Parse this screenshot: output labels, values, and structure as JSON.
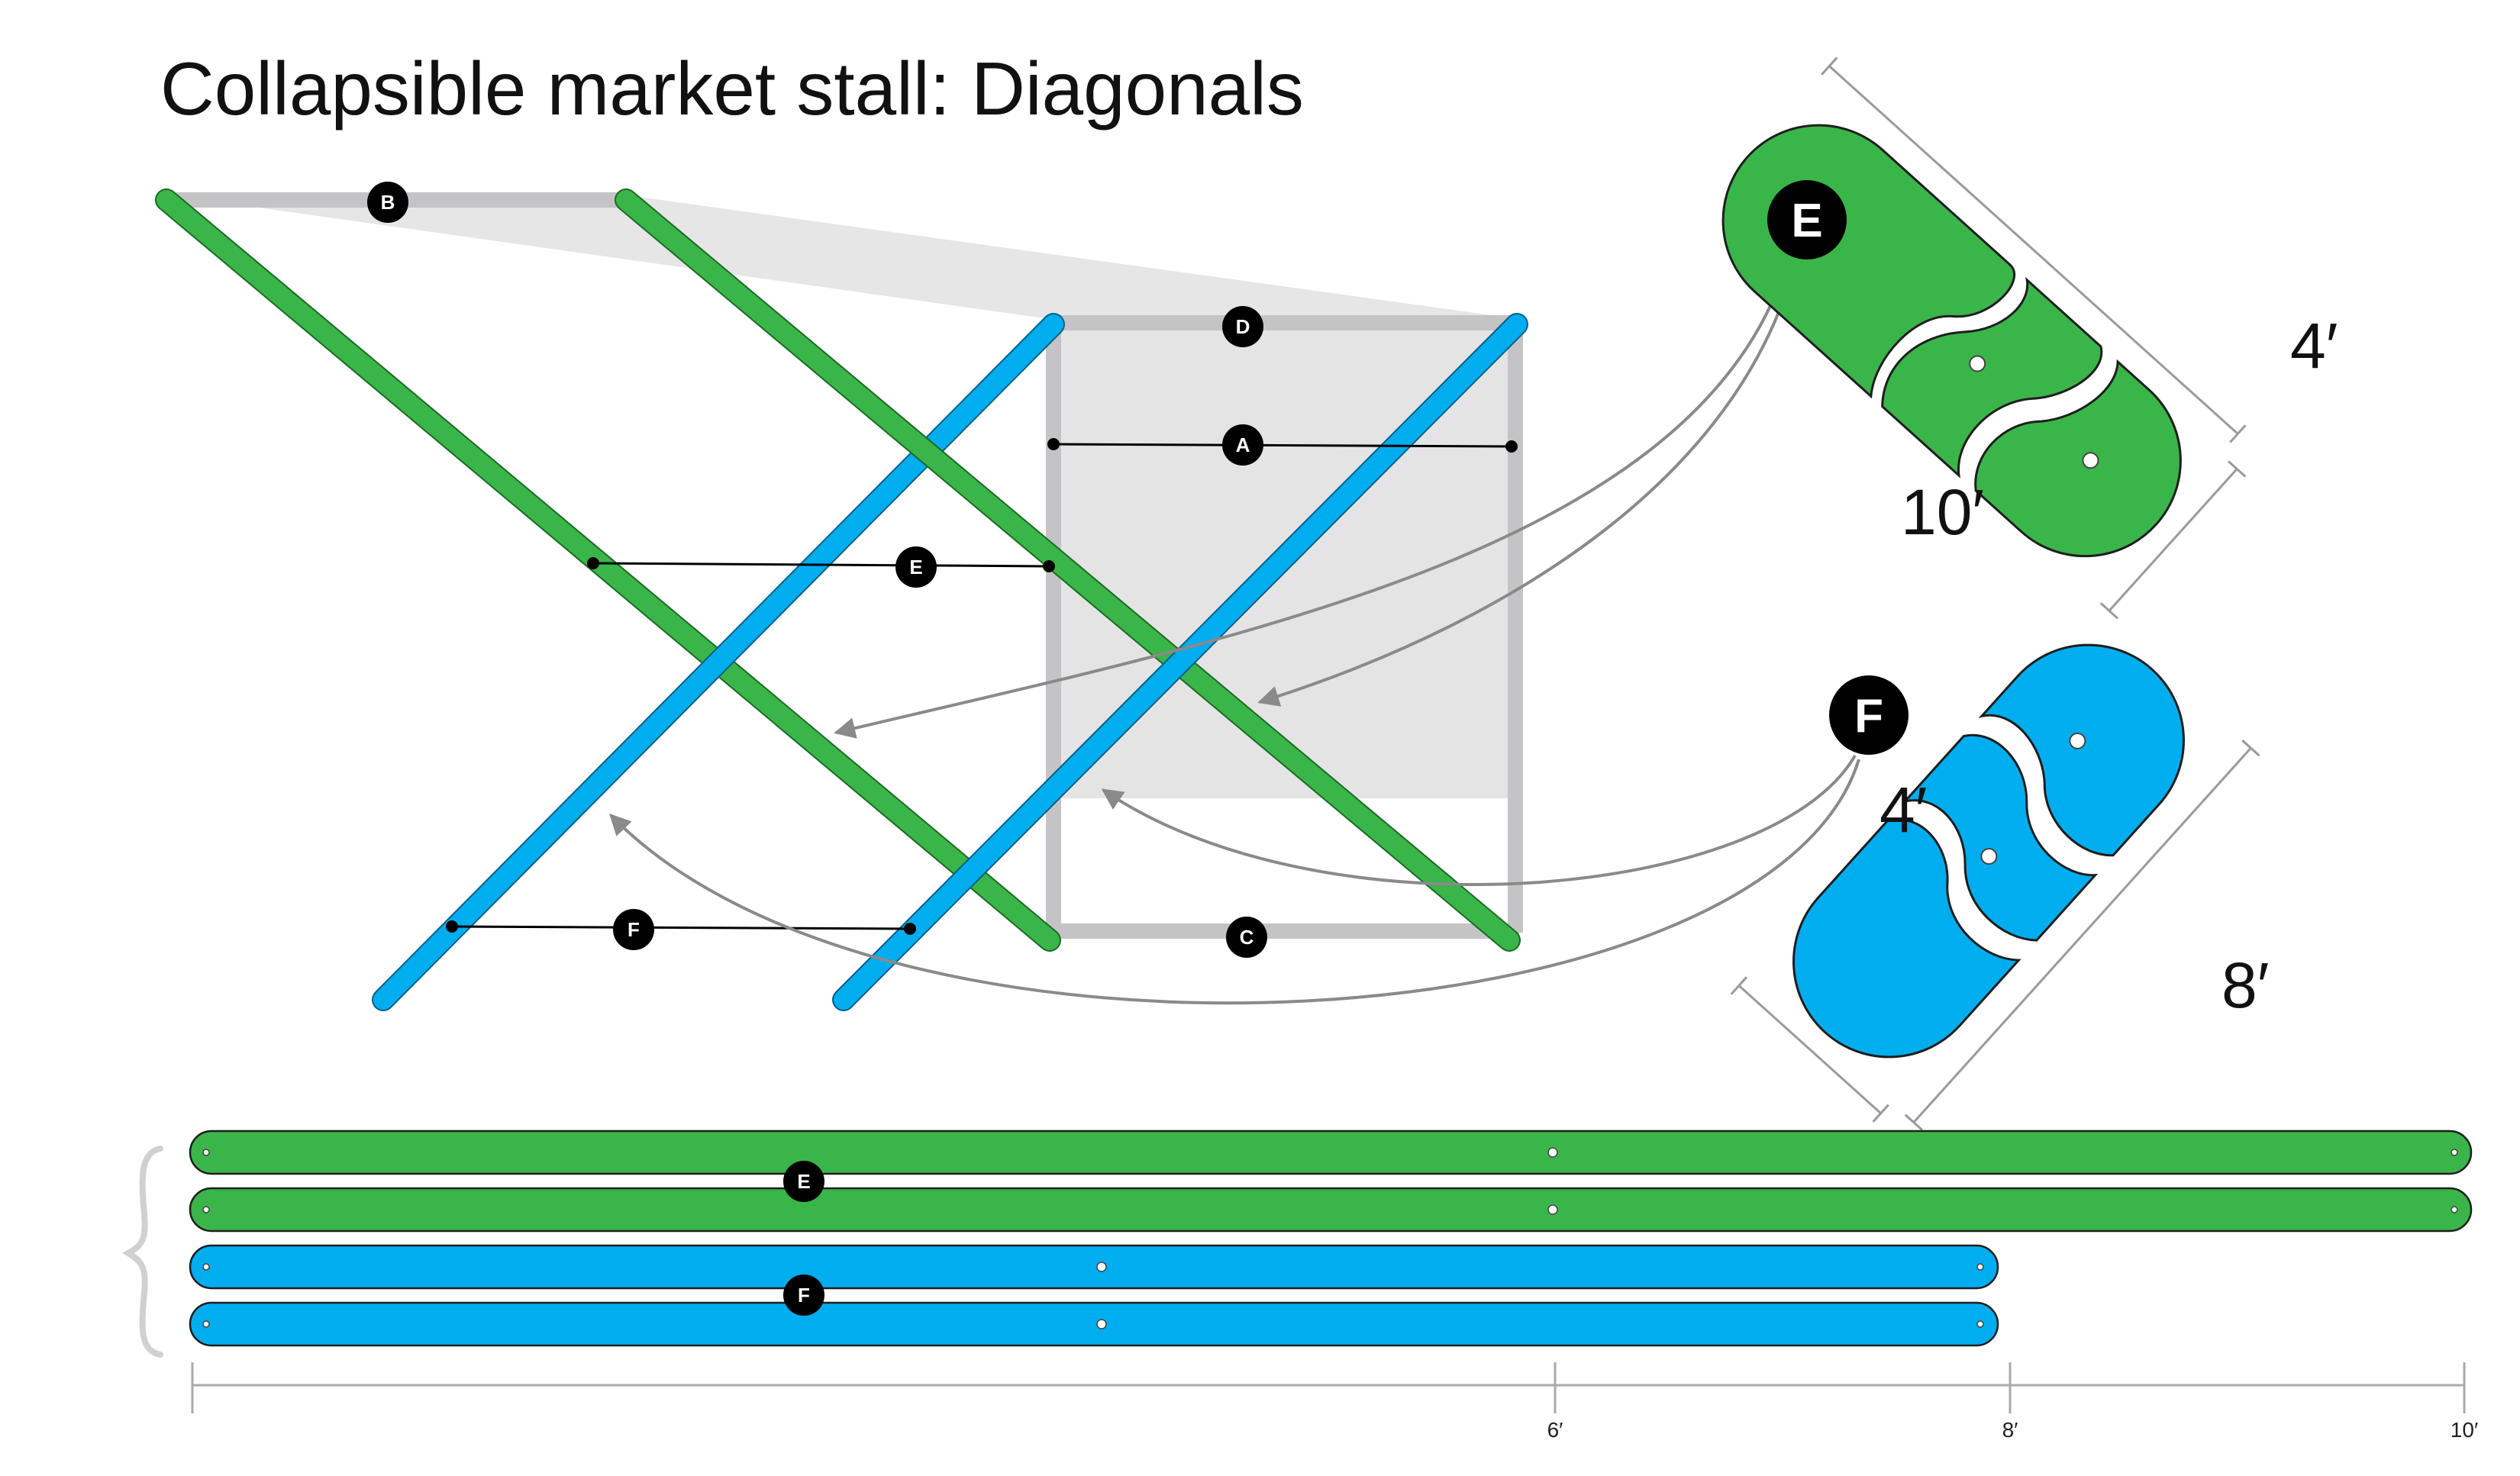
{
  "title": "Collapsible market stall: Diagonals",
  "colors": {
    "green": "#3ab54a",
    "blue": "#00adef",
    "frame_gray": "#c4c4c6",
    "canopy_gray": "#e6e6e6",
    "arrow_gray": "#8a8a8a",
    "label_black": "#000000"
  },
  "frame_labels": {
    "a": "A",
    "b": "B",
    "c": "C",
    "d": "D",
    "e": "E",
    "f": "F"
  },
  "cut_diagrams": {
    "e": {
      "label": "E",
      "length": "10′",
      "width": "4′"
    },
    "f": {
      "label": "F",
      "length": "8′",
      "width": "4′"
    }
  },
  "boards": {
    "e_label": "E",
    "f_label": "F"
  },
  "ruler": {
    "ticks": [
      "6′",
      "8′",
      "10′"
    ]
  }
}
